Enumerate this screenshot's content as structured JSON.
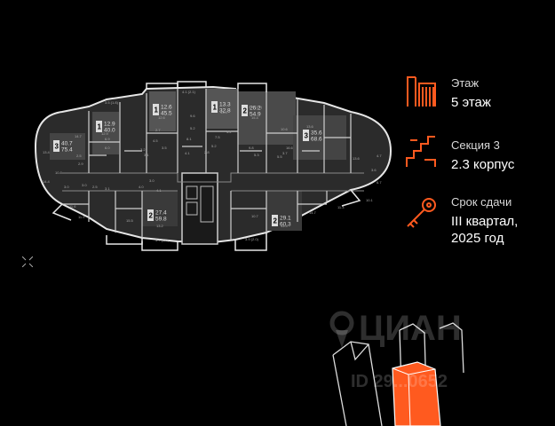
{
  "info": {
    "floor": {
      "label": "Этаж",
      "value": "5 этаж",
      "icon": "building-floors-icon"
    },
    "section": {
      "label": "Секция 3",
      "value": "2.3 корпус",
      "icon": "stairs-section-icon"
    },
    "deadline": {
      "label": "Срок сдачи",
      "value_line1": "III квартал,",
      "value_line2": "2025 год",
      "icon": "key-icon"
    }
  },
  "accent_color": "#ff5a1f",
  "floor_plan": {
    "apartments": [
      {
        "rooms": "1",
        "area_living": "12.6",
        "area_total": "45.5"
      },
      {
        "rooms": "1",
        "area_living": "13.3",
        "area_total": "32.8"
      },
      {
        "rooms": "2",
        "area_living": "26.2",
        "area_total": "54.9"
      },
      {
        "rooms": "1",
        "area_living": "12.9",
        "area_total": "40.0"
      },
      {
        "rooms": "3",
        "area_living": "35.6",
        "area_total": "68.6"
      },
      {
        "rooms": "3",
        "area_living": "40.7",
        "area_total": "75.4"
      },
      {
        "rooms": "2",
        "area_living": "27.4",
        "area_total": "59.8"
      },
      {
        "rooms": "2",
        "area_living": "29.1",
        "area_total": "60.3"
      }
    ],
    "room_labels": [
      "3.5 (1.8)",
      "4.1 (2.1)",
      "3.8 (1.9)",
      "12.6",
      "9.6",
      "13.3",
      "15.4",
      "10.6",
      "13.6",
      "14.7",
      "12.9",
      "2.7",
      "5.2",
      "7.5",
      "4.2",
      "8.1",
      "5.2",
      "3.2",
      "9.8",
      "16.6",
      "6.9",
      "6.0",
      "4.5",
      "3.5",
      "3.1",
      "4.1",
      "2.8",
      "3.7",
      "13.4",
      "2.5",
      "2.9",
      "4.7",
      "3.6",
      "5.3",
      "5.5",
      "13.6",
      "14.4",
      "10.8",
      "3.0",
      "3.0",
      "2.5",
      "3.1",
      "4.0",
      "3.0",
      "4.1",
      "6.7",
      "11.6",
      "11.9",
      "15.5",
      "13.2",
      "10.7",
      "14.7",
      "11.3",
      "10.1",
      "3.7 (1.9)",
      "3.9 (2.0)",
      "14.4"
    ]
  },
  "watermark": {
    "brand": "ЦИАН",
    "id_text": "ID 29...0652"
  },
  "decor": {
    "compass_icon": "compass-icon"
  }
}
